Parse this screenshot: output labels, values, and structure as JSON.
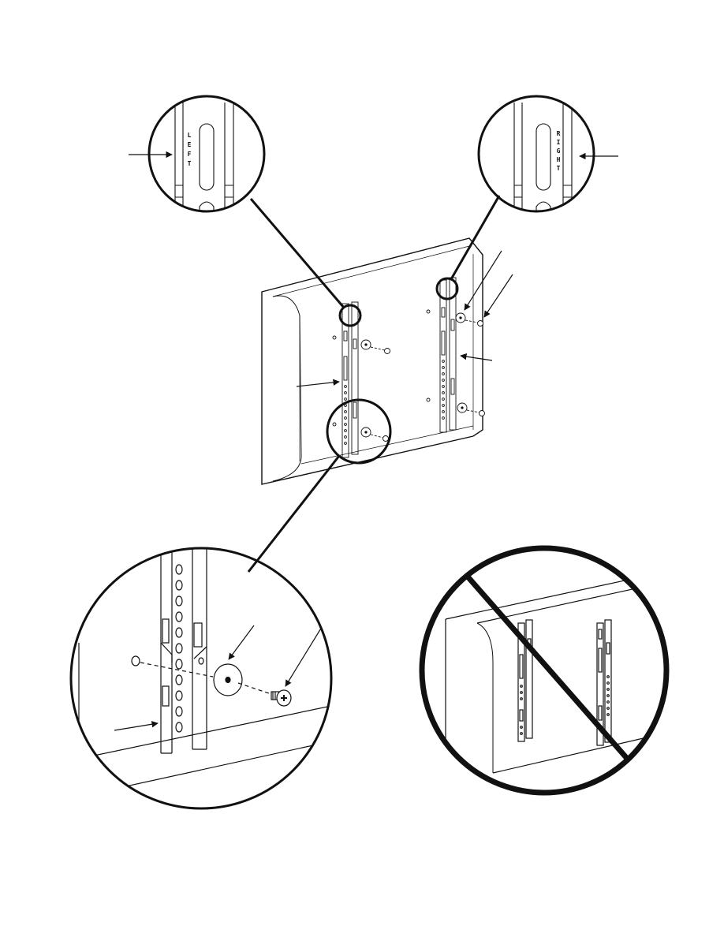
{
  "labels": {
    "left_bracket": [
      "L",
      "E",
      "F",
      "T"
    ],
    "right_bracket": [
      "R",
      "I",
      "G",
      "H",
      "T"
    ]
  },
  "colors": {
    "line": "#111111",
    "background": "#ffffff"
  },
  "icons": {
    "callout": "arrow-icon",
    "screw": "screw-icon",
    "washer": "washer-icon",
    "prohibited": "prohibited-icon"
  }
}
